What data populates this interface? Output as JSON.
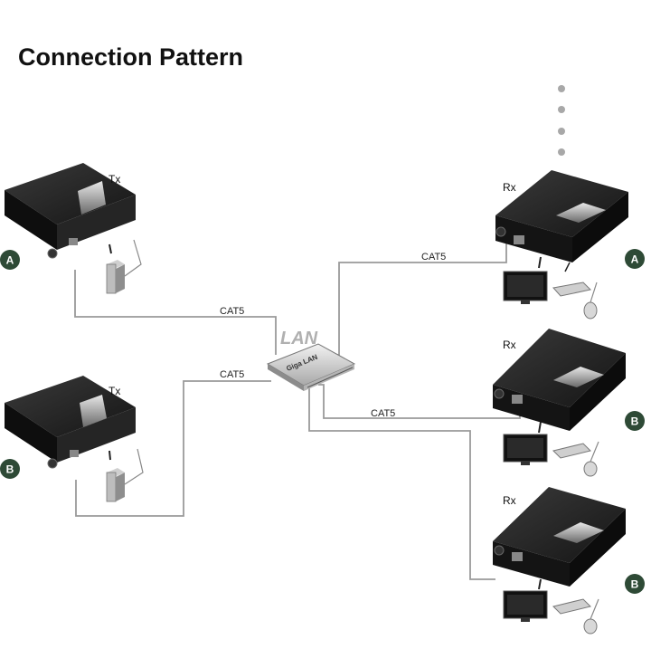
{
  "title": "Connection Pattern",
  "network_label": "LAN",
  "switch_label": "Giga LAN",
  "cable_label": "CAT5",
  "transmitters": [
    {
      "label": "Tx",
      "group": "A"
    },
    {
      "label": "Tx",
      "group": "B"
    }
  ],
  "receivers": [
    {
      "label": "Rx",
      "group": "A"
    },
    {
      "label": "Rx",
      "group": "B"
    },
    {
      "label": "Rx",
      "group": "B"
    }
  ],
  "colors": {
    "badge": "#2e4a36",
    "cable": "#9a9a9a",
    "device": "#1c1c1c",
    "dots": "#a8a8a8"
  }
}
